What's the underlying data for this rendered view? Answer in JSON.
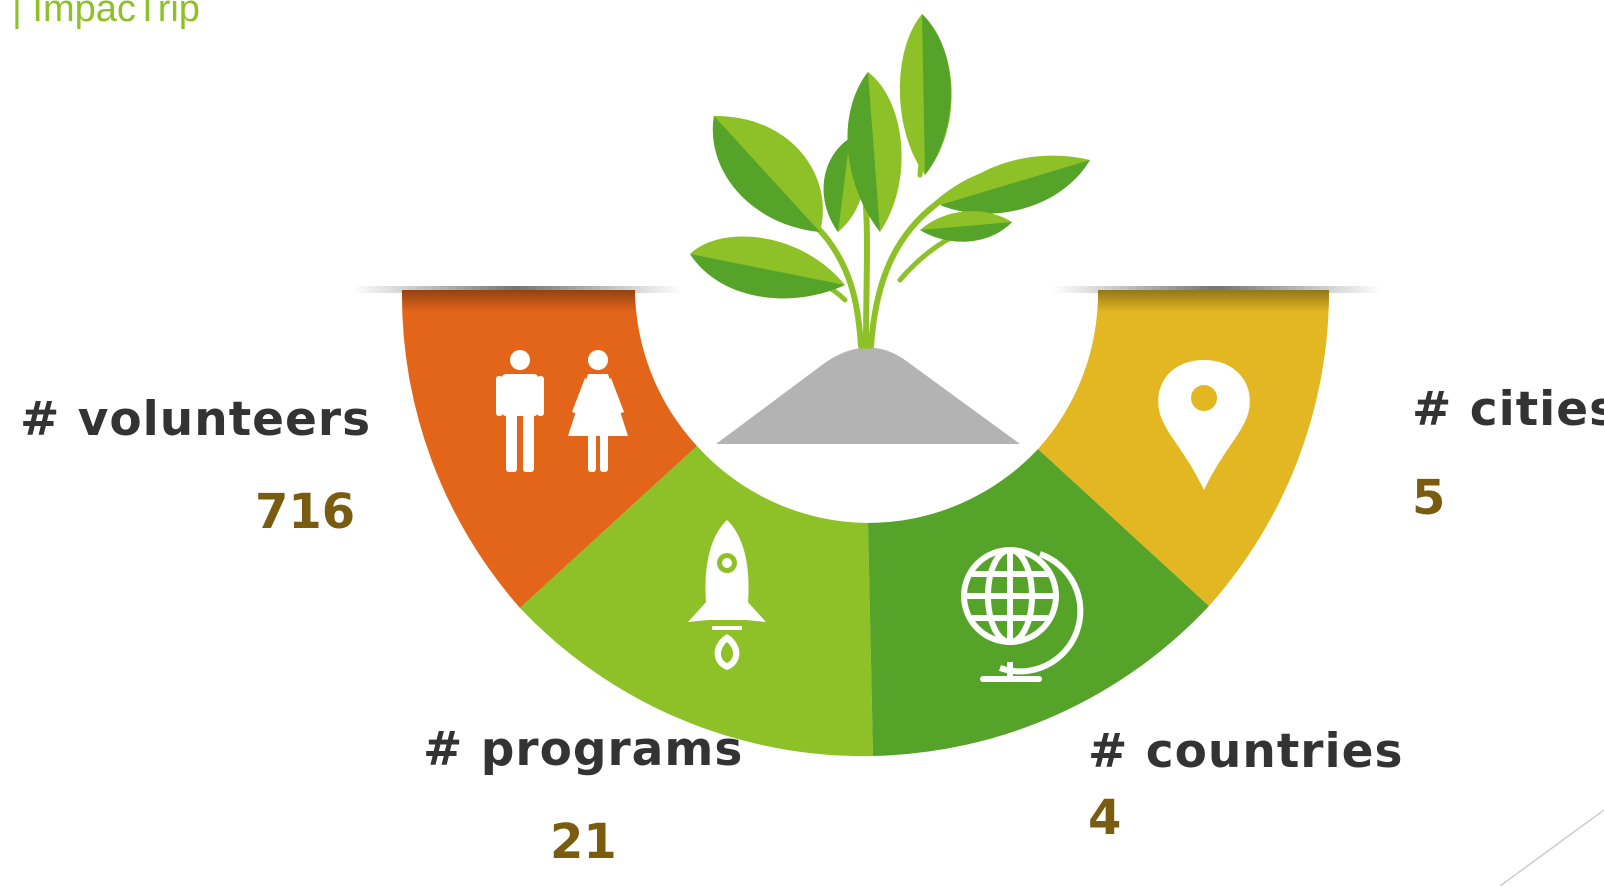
{
  "header": {
    "brand": "| ImpacTrip"
  },
  "stats": [
    {
      "label": "# volunteers",
      "value": "716",
      "icon": "people-icon",
      "color": "#e3651a"
    },
    {
      "label": "# programs",
      "value": "21",
      "icon": "rocket-icon",
      "color": "#8ec127"
    },
    {
      "label": "# countries",
      "value": "4",
      "icon": "globe-icon",
      "color": "#56a32a"
    },
    {
      "label": "# cities",
      "value": "5",
      "icon": "map-pin-icon",
      "color": "#e2b722"
    }
  ],
  "colors": {
    "leaf_light": "#8ec127",
    "leaf_dark": "#56a32a",
    "soil": "#b3b3b3",
    "label_text": "#333333",
    "value_text": "#7a5c10",
    "brand": "#8ec127"
  }
}
